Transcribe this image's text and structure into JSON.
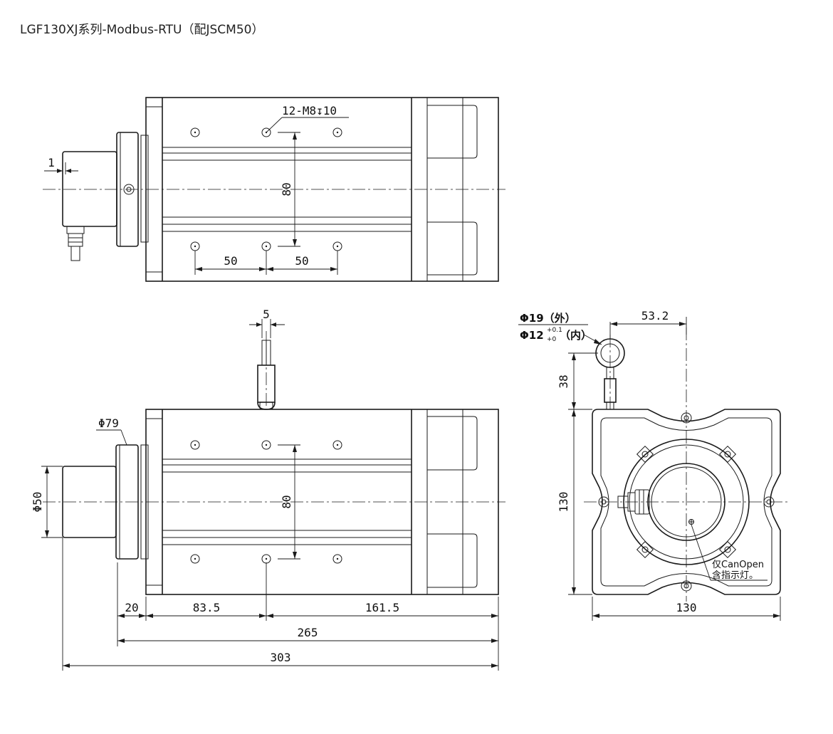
{
  "title": "LGF130XJ系列-Modbus-RTU（配JSCM50）",
  "top_view": {
    "hole_callout": "12-M8↧10",
    "dim_flange_gap": "1",
    "dim_rows": "80",
    "dim_pitch_left": "50",
    "dim_pitch_right": "50"
  },
  "front_view": {
    "dim_cable_width": "5",
    "dim_flange_dia": "Φ79",
    "dim_encoder_dia": "Φ50",
    "dim_rows": "80",
    "dim_20": "20",
    "dim_83_5": "83.5",
    "dim_161_5": "161.5",
    "dim_265": "265",
    "dim_303": "303"
  },
  "side_view": {
    "ring_outer": "Φ19（外）",
    "ring_inner": "Φ12",
    "ring_tol_upper": "+0.1",
    "ring_tol_lower": "+0",
    "ring_inner_suffix": "（内）",
    "dim_offset": "53.2",
    "dim_ring_height": "38",
    "dim_height": "130",
    "dim_width": "130",
    "note_line1": "仅CanOpen",
    "note_line2": "含指示灯。"
  }
}
